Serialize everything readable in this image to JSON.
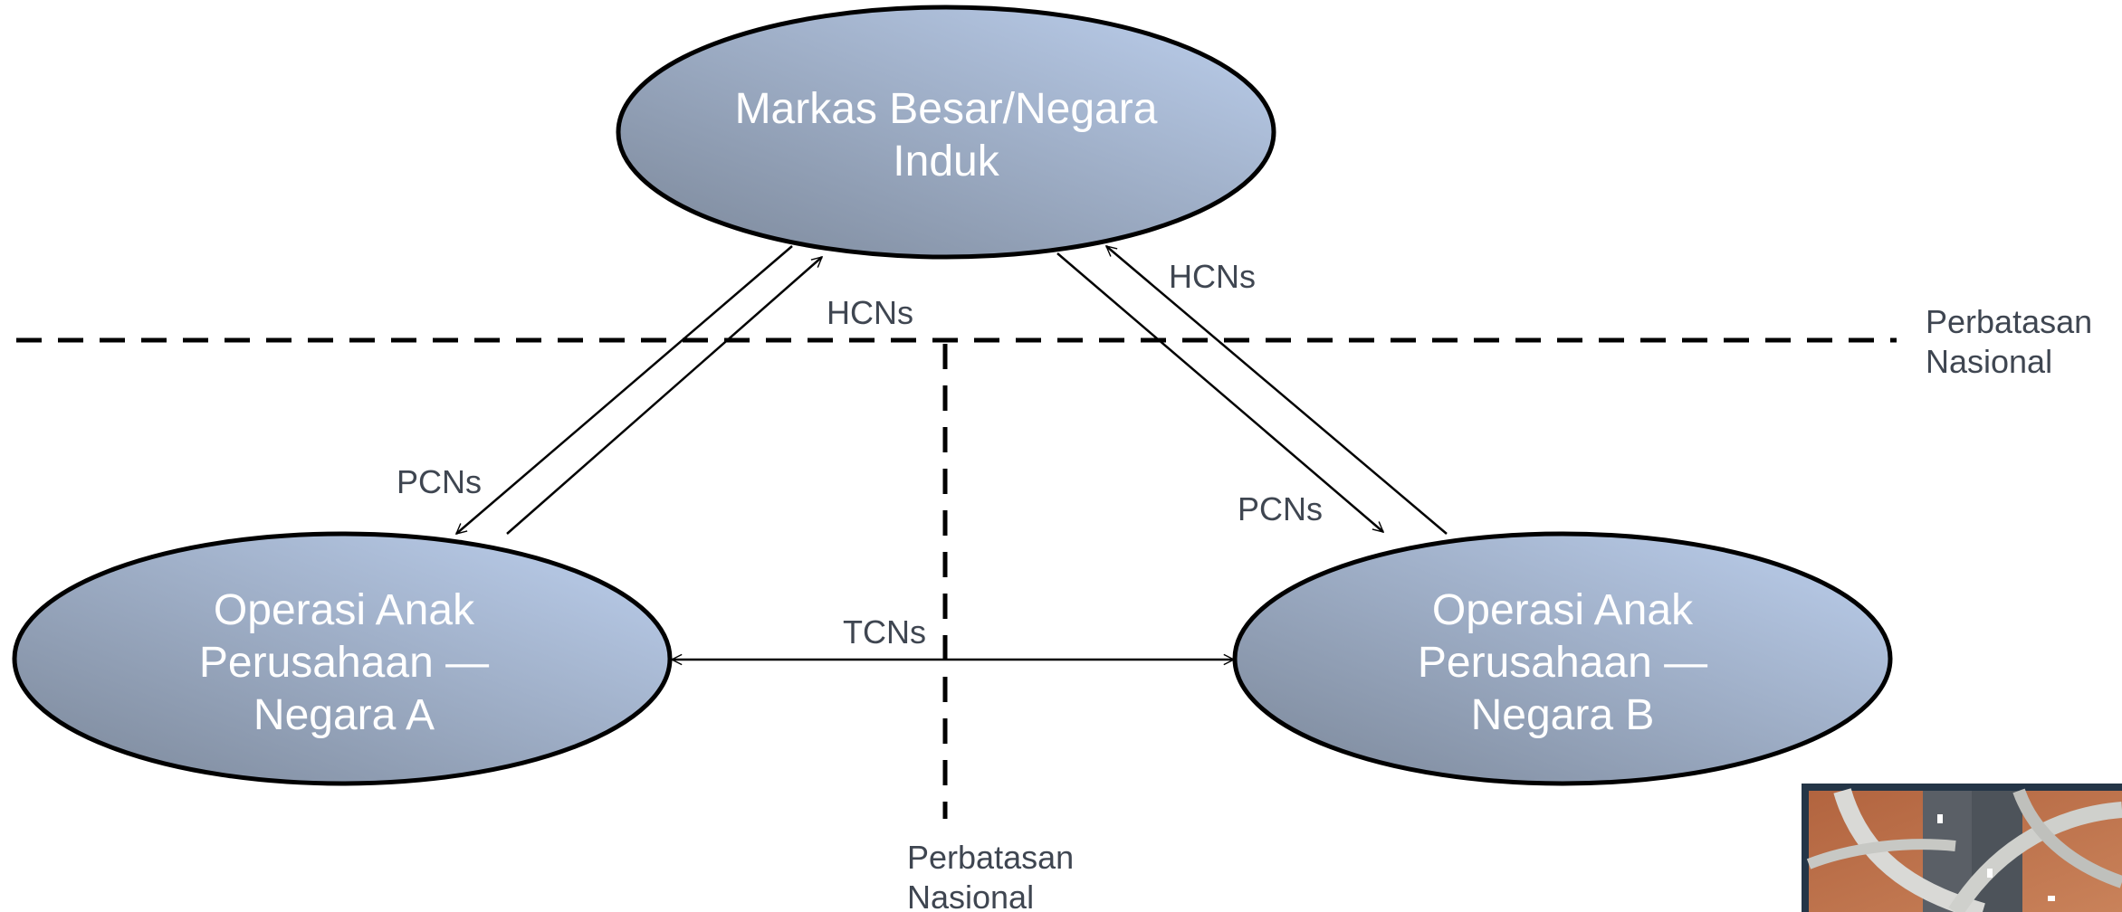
{
  "nodes": {
    "hq": {
      "line1": "Markas Besar/Negara",
      "line2": "Induk"
    },
    "sub_a": {
      "line1": "Operasi Anak",
      "line2": "Perusahaan —",
      "line3": "Negara A"
    },
    "sub_b": {
      "line1": "Operasi Anak",
      "line2": "Perusahaan —",
      "line3": "Negara B"
    }
  },
  "edge_labels": {
    "hcns_a": "HCNs",
    "hcns_b": "HCNs",
    "pcns_a": "PCNs",
    "pcns_b": "PCNs",
    "tcns": "TCNs"
  },
  "borders": {
    "horizontal": {
      "line1": "Perbatasan",
      "line2": "Nasional"
    },
    "vertical": {
      "line1": "Perbatasan",
      "line2": "Nasional"
    }
  },
  "colors": {
    "node_gradient_dark": "#7b8799",
    "node_gradient_light": "#bdd0ee",
    "node_outline": "#000000",
    "label_text": "#3f4651"
  },
  "thumbnail": {
    "icon": "highway-interchange-photo"
  }
}
